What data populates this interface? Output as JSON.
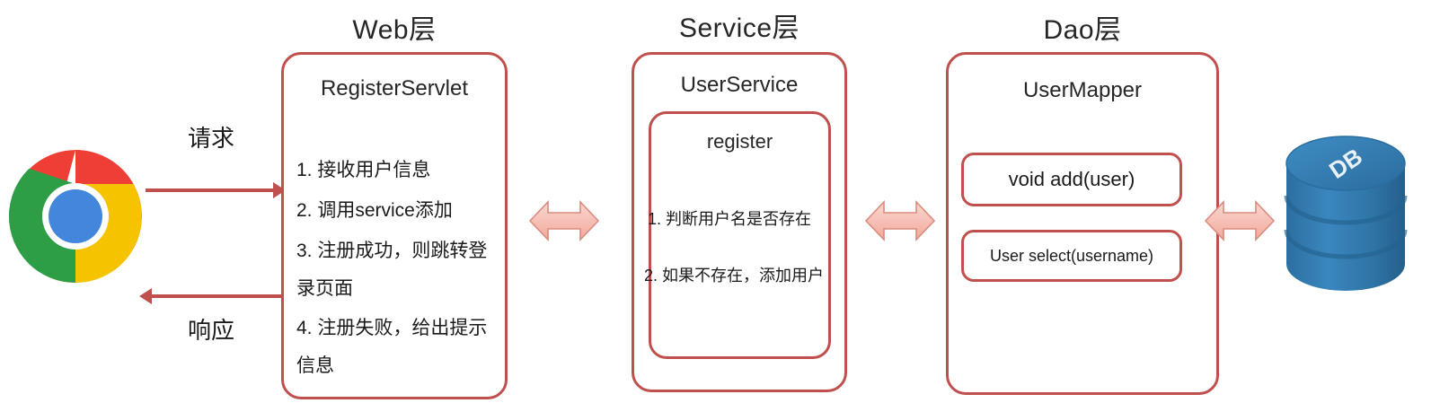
{
  "diagram": {
    "title_web": "Web层",
    "title_service": "Service层",
    "title_dao": "Dao层",
    "border_color": "#C0504D",
    "arrow_fill": "#F9C5BC",
    "db_color": "#2E75A8"
  },
  "client": {
    "icon": "chrome-browser-icon",
    "request_label": "请求",
    "response_label": "响应"
  },
  "web_layer": {
    "box_title": "RegisterServlet",
    "steps": [
      "1. 接收用户信息",
      "2. 调用service添加",
      "3. 注册成功，则跳转登",
      "录页面",
      "4. 注册失败，给出提示",
      "信息"
    ]
  },
  "service_layer": {
    "box_title": "UserService",
    "method_title": "register",
    "steps": [
      "1. 判断用户名是否存在",
      "2. 如果不存在，添加用户"
    ]
  },
  "dao_layer": {
    "box_title": "UserMapper",
    "methods": [
      "void add(user)",
      "User select(username)"
    ]
  },
  "database": {
    "label": "DB",
    "icon": "database-cylinder-icon"
  },
  "connectors": {
    "web_service": "bidirectional-arrow",
    "service_dao": "bidirectional-arrow",
    "dao_db": "bidirectional-arrow"
  }
}
